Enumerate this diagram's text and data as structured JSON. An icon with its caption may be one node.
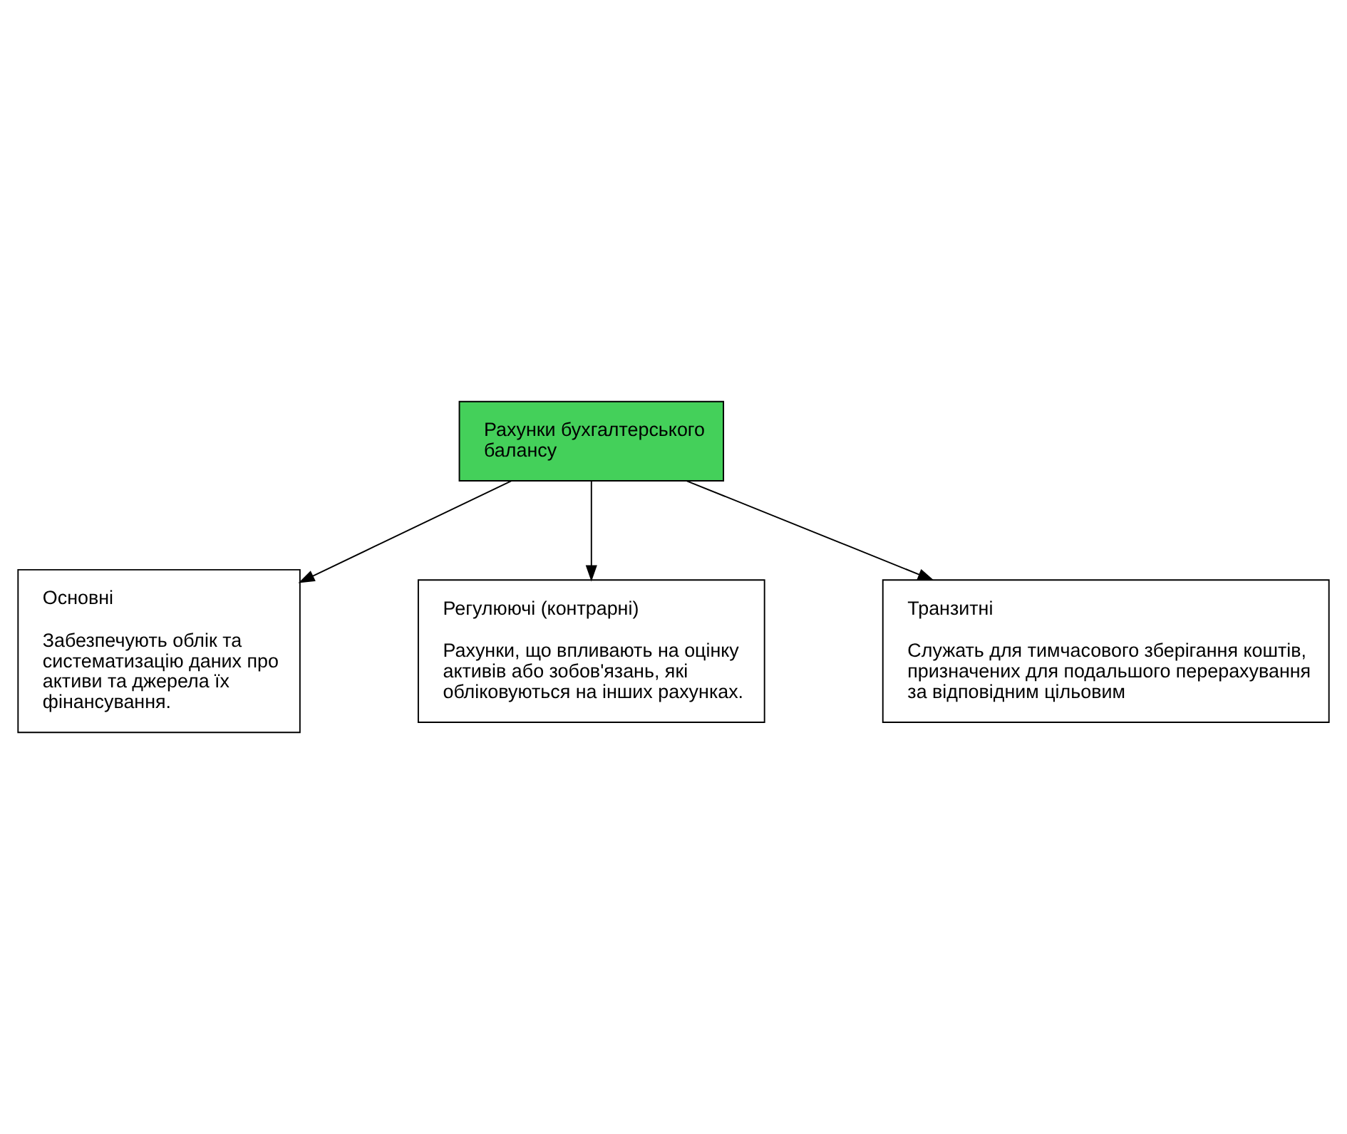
{
  "diagram": {
    "nodes": [
      {
        "text": [
          "Основні",
          "Забезпечують облік та систематизацію даних про активи та джерела їх фінансування."
        ]
      },
      {
        "text": [
          "Регулюючі (контрарні)",
          "Рахунки, що впливають на оцінку активів або зобов'язань, які обліковуються на інших рахунках."
        ]
      },
      {
        "text": [
          "Рахунки бухгалтерського балансу"
        ]
      },
      {
        "text": [
          "Транзитні",
          "Служать для тимчасового зберігання коштів, призначених для подальшого перерахування за відповідним цільовим"
        ]
      }
    ],
    "edges": [
      {
        "from": 2,
        "to": 0,
        "arrow": "to"
      },
      {
        "from": 2,
        "to": 1,
        "arrow": "to"
      },
      {
        "from": 2,
        "to": 3,
        "arrow": "to"
      }
    ]
  }
}
